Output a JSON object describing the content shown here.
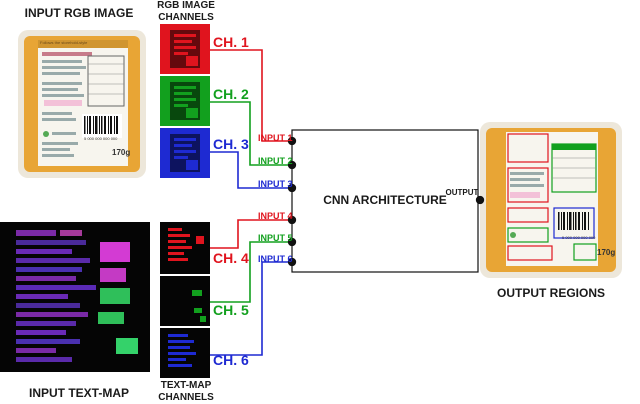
{
  "labels": {
    "input_rgb": "INPUT RGB IMAGE",
    "rgb_channels_line1": "RGB IMAGE",
    "rgb_channels_line2": "CHANNELS",
    "input_textmap": "INPUT TEXT-MAP",
    "textmap_channels_line1": "TEXT-MAP",
    "textmap_channels_line2": "CHANNELS",
    "cnn": "CNN ARCHITECTURE",
    "output": "OUTPUT",
    "output_regions": "OUTPUT REGIONS"
  },
  "channels": [
    {
      "label": "CH. 1",
      "input": "INPUT 1",
      "color": "#e0141e"
    },
    {
      "label": "CH. 2",
      "input": "INPUT 2",
      "color": "#12a01e"
    },
    {
      "label": "CH. 3",
      "input": "INPUT 3",
      "color": "#1e2ad2"
    },
    {
      "label": "CH. 4",
      "input": "INPUT 4",
      "color": "#e0141e"
    },
    {
      "label": "CH. 5",
      "input": "INPUT 5",
      "color": "#12a01e"
    },
    {
      "label": "CH. 6",
      "input": "INPUT 6",
      "color": "#1e2ad2"
    }
  ],
  "label_panel": {
    "brand": "Follows the storehold-style",
    "barcode_digits": "5 000 000 000 000",
    "weight": "170g"
  },
  "colors": {
    "package_orange": "#e8a535",
    "package_tray": "#ede7da",
    "label_paper": "#f7f5ee",
    "textmap_bg": "#050505",
    "line": "#111111"
  }
}
